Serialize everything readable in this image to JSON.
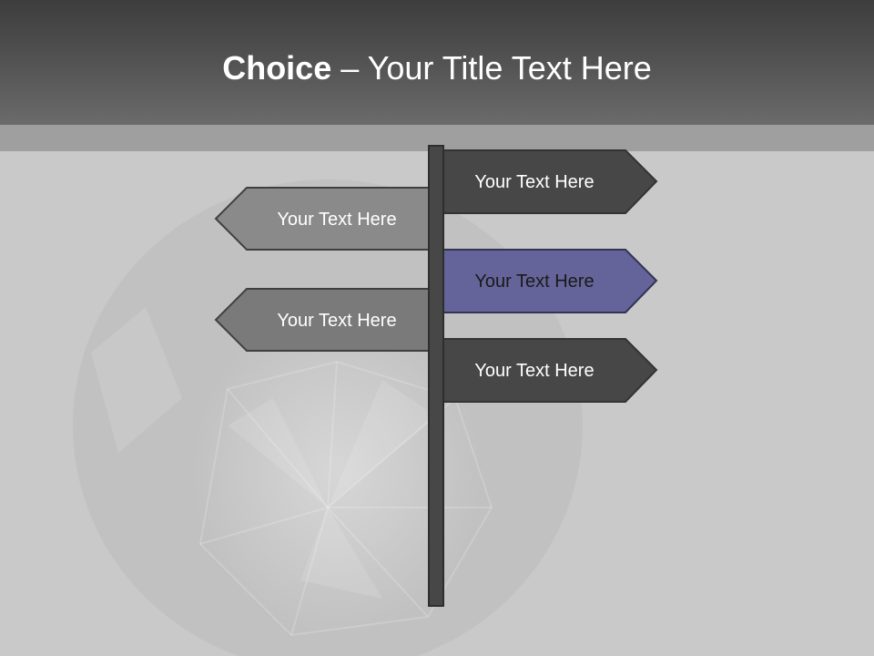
{
  "slide": {
    "title_bold": "Choice",
    "title_separator": " – ",
    "title_rest": "Your Title Text Here"
  },
  "signs": [
    {
      "label": "Your Text Here",
      "direction": "right",
      "fill": "#474747",
      "text_color": "#ffffff"
    },
    {
      "label": "Your Text Here",
      "direction": "left",
      "fill": "#8a8a8a",
      "text_color": "#ffffff"
    },
    {
      "label": "Your Text Here",
      "direction": "right",
      "fill": "#64649a",
      "text_color": "#1a1a1a"
    },
    {
      "label": "Your Text Here",
      "direction": "left",
      "fill": "#7a7a7a",
      "text_color": "#ffffff"
    },
    {
      "label": "Your Text Here",
      "direction": "right",
      "fill": "#474747",
      "text_color": "#ffffff"
    }
  ],
  "colors": {
    "header": "#4a4a4a",
    "strip": "#9f9f9f",
    "background": "#c9c9c9",
    "pole": "#474747",
    "outline": "#333333",
    "highlight": "#64649a"
  },
  "background_image": "diamond-icon"
}
